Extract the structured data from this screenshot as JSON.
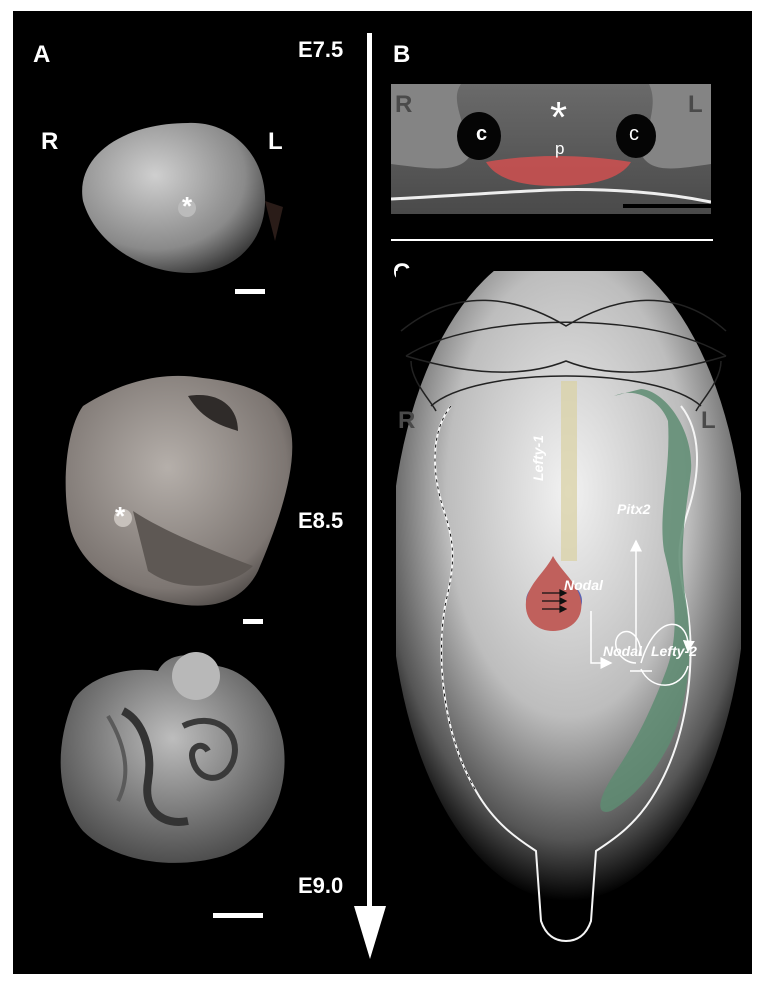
{
  "panels": {
    "a": "A",
    "b": "B",
    "c": "C"
  },
  "stages": {
    "e75": "E7.5",
    "e85": "E8.5",
    "e90": "E9.0"
  },
  "panel_a": {
    "right": "R",
    "left": "L",
    "node_marker": "*"
  },
  "panel_b": {
    "right": "R",
    "left": "L",
    "node_marker": "*",
    "crown_left": "c",
    "crown_right": "c",
    "pit": "p"
  },
  "panel_c": {
    "right": "R",
    "left": "L",
    "gene_lefty1": "Lefty-1",
    "gene_pitx2": "Pitx2",
    "gene_nodal_node": "Nodal",
    "gene_nodal_lpm": "Nodal",
    "gene_lefty2": "Lefty-2"
  },
  "colors": {
    "background": "#000000",
    "nodal_domain": "#c0605c",
    "node_blue": "#5a64b4",
    "lpm_green": "#5e8c72",
    "lefty1_yellow": "#d9d2a6",
    "pit_red": "#d05050"
  }
}
